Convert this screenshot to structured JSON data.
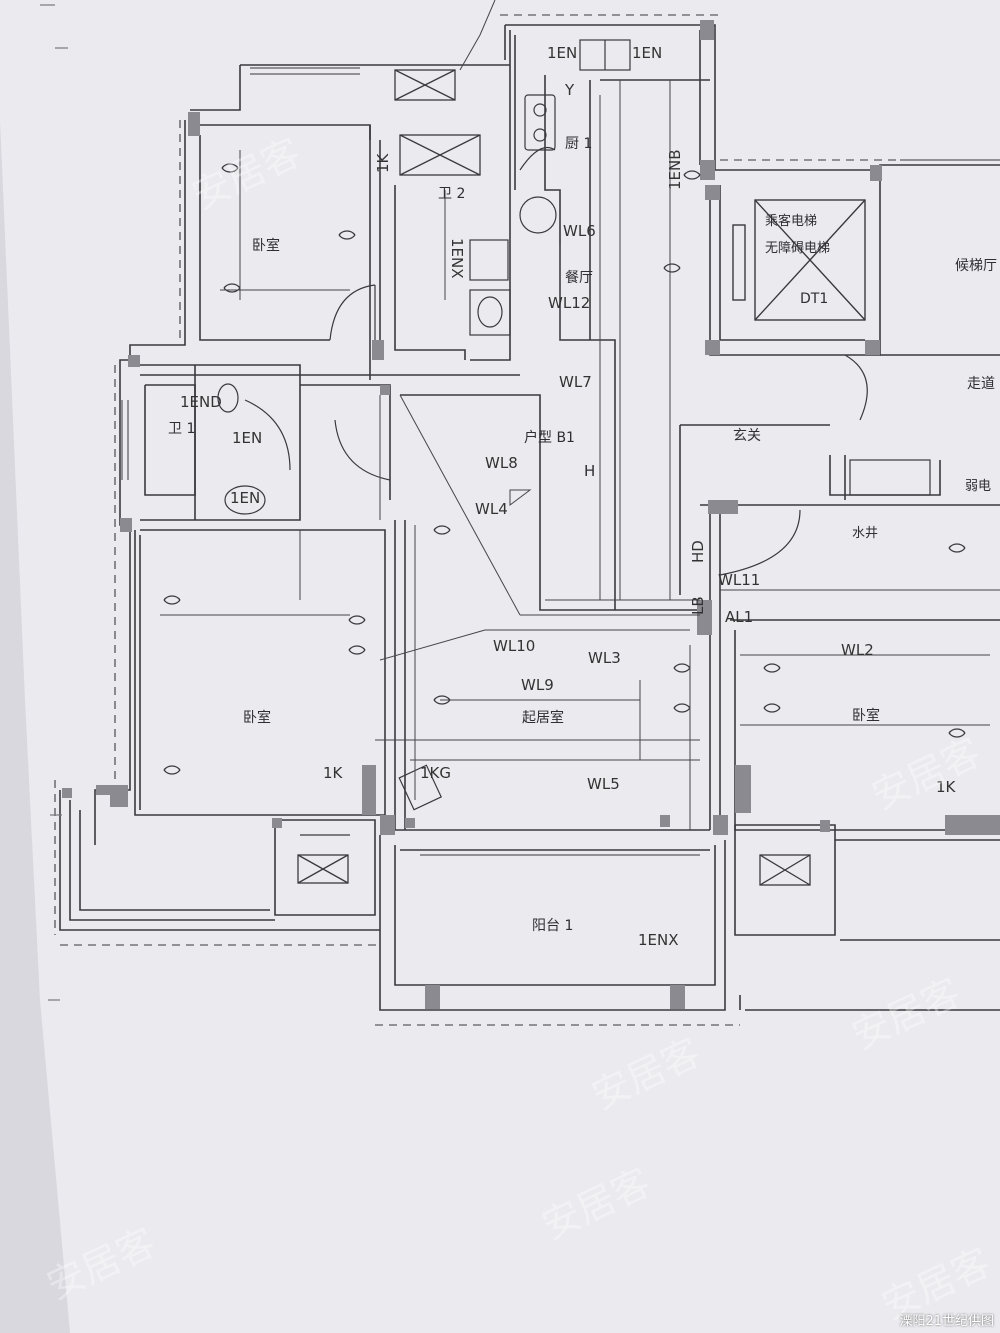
{
  "rooms": {
    "bedroom_nw": "卧室",
    "kitchen": "厨 1",
    "dining": "餐厅",
    "bath1": "卫 1",
    "bath2": "卫 2",
    "unit_type": "户型 B1",
    "unit_h": "H",
    "bedroom_w": "卧室",
    "living": "起居室",
    "bedroom_e": "卧室",
    "balcony": "阳台 1",
    "elevator": "乘客电梯",
    "elevator_sub": "无障碍电梯",
    "elevator_id": "DT1",
    "stairs": "候梯厅",
    "corridor": "走道",
    "foyer": "玄关",
    "water_shaft": "水井",
    "weak_elec": "弱电"
  },
  "circuits": {
    "wl1en_top": "1EN",
    "wl1en_top2": "1EN",
    "one_en_b": "1ENB",
    "one_en_x_k": "1ENX",
    "one_end": "1END",
    "one_en_bath": "1EN",
    "one_en_bath2": "1EN",
    "one_k_w": "1K",
    "one_kg": "1KG",
    "one_k_e": "1K",
    "one_enx_balc": "1ENX",
    "one_k_top": "1K",
    "y": "Y",
    "wl6": "WL6",
    "wl12": "WL12",
    "wl7": "WL7",
    "wl8": "WL8",
    "wl4": "WL4",
    "wl10": "WL10",
    "wl3": "WL3",
    "wl9": "WL9",
    "wl5": "WL5",
    "wl2": "WL2",
    "wl11": "WL11",
    "al1": "AL1",
    "hd": "HD",
    "lb": "LB"
  },
  "credit": "溧阳21世纪供图",
  "watermark": "安居客",
  "colors": {
    "paper": "#ebeaef",
    "ink": "#3a3a3e",
    "wall": "#8a8a90",
    "background": "#d9d8de"
  }
}
